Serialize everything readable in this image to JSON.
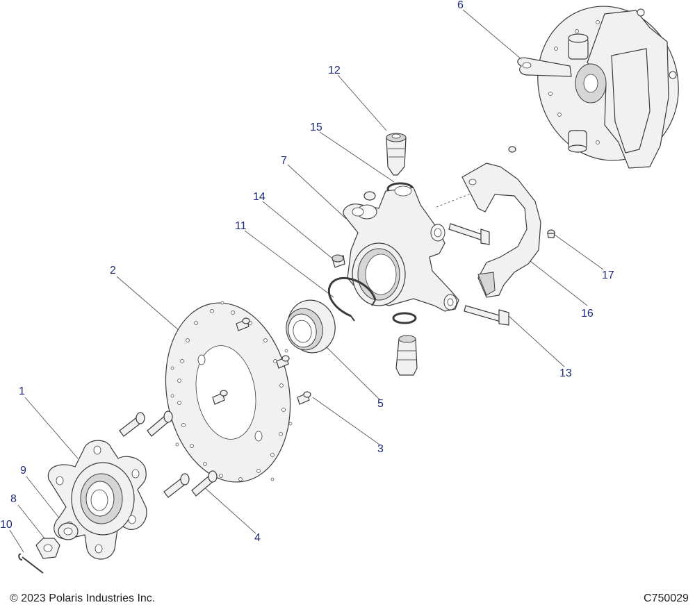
{
  "callouts": {
    "c1": "1",
    "c2": "2",
    "c3": "3",
    "c4": "4",
    "c5": "5",
    "c6": "6",
    "c7": "7",
    "c8": "8",
    "c9": "9",
    "c10": "10",
    "c11": "11",
    "c12": "12",
    "c13": "13",
    "c14": "14",
    "c15": "15",
    "c16": "16",
    "c17": "17"
  },
  "footer": {
    "copyright": "© 2023 Polaris Industries Inc.",
    "figure_id": "C750029"
  },
  "colors": {
    "callout_text": "#1f2a7a",
    "part_fill": "#f1f1f1",
    "outline": "#3a3a3a"
  }
}
